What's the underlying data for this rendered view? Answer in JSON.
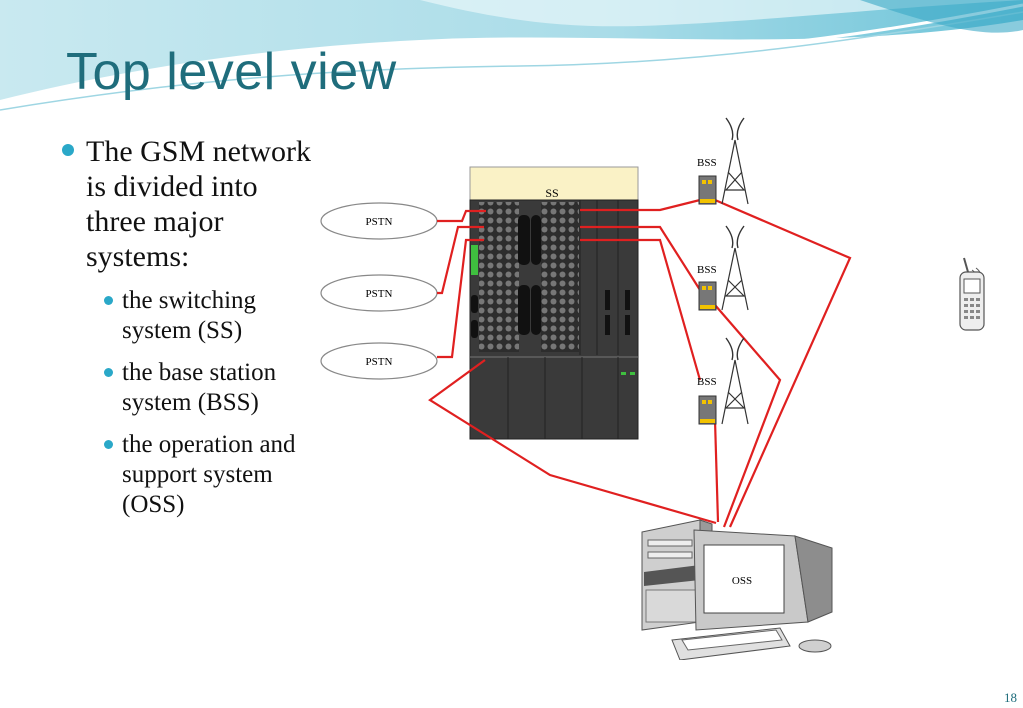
{
  "slide": {
    "title": "Top level view",
    "number": "18"
  },
  "bullets": {
    "main": "The GSM network is divided into three major systems:",
    "items": [
      "the switching system (SS)",
      "the base station system (BSS)",
      "the operation and support system (OSS)"
    ]
  },
  "diagram": {
    "pstn_nodes": [
      "PSTN",
      "PSTN",
      "PSTN"
    ],
    "ss_label": "SS",
    "bss_labels": [
      "BSS",
      "BSS",
      "BSS"
    ],
    "oss_label": "OSS",
    "link_color": "#e02020",
    "accent_color": "#2aa8c8"
  }
}
